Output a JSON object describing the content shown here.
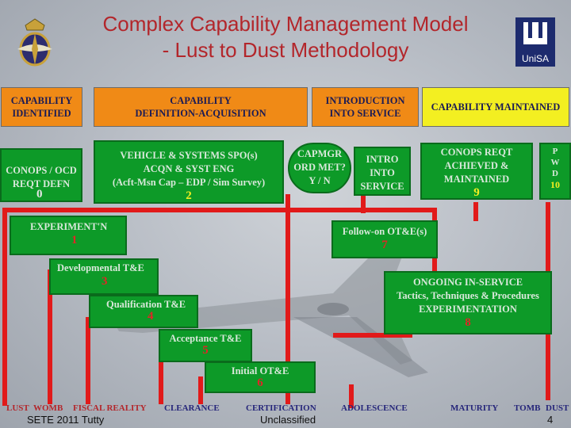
{
  "title_line1": "Complex Capability Management Model",
  "title_line2": "- Lust to Dust Methodology",
  "logo_text": "UniSA",
  "headers": {
    "h1": "CAPABILITY IDENTIFIED",
    "h2_line1": "CAPABILITY",
    "h2_line2": "DEFINITION-ACQUISITION",
    "h3_line1": "INTRODUCTION",
    "h3_line2": "INTO SERVICE",
    "h4": "CAPABILITY MAINTAINED"
  },
  "boxes": {
    "conops": {
      "line1": "CONOPS / OCD",
      "line2": "REQT DEFN",
      "num": "0"
    },
    "vehicle": {
      "line1": "VEHICLE & SYSTEMS SPO(s)",
      "line2": "ACQN & SYST ENG",
      "line3": "(Acft-Msn Cap – EDP / Sim Survey)",
      "num": "2"
    },
    "capmgr": {
      "line1": "CAPMGR",
      "line2": "ORD MET?",
      "line3": "Y / N"
    },
    "intro": {
      "line1": "INTRO",
      "line2": "INTO",
      "line3": "SERVICE"
    },
    "conops_reqt": {
      "line1": "CONOPS  REQT",
      "line2": "ACHIEVED &",
      "line3": "MAINTAINED",
      "num": "9"
    },
    "pwd": {
      "line1": "P",
      "line2": "W",
      "line3": "D",
      "num": "10"
    },
    "experiment": {
      "label": "EXPERIMENT'N",
      "num": "1"
    },
    "followon": {
      "label": "Follow-on OT&E(s)",
      "num": "7"
    },
    "devte": {
      "label": "Developmental T&E",
      "num": "3"
    },
    "ongoing": {
      "line1": "ONGOING  IN-SERVICE",
      "line2": "Tactics, Techniques & Procedures",
      "line3": "EXPERIMENTATION",
      "num": "8"
    },
    "qualte": {
      "label": "Qualification T&E",
      "num": "4"
    },
    "accte": {
      "label": "Acceptance T&E",
      "num": "5"
    },
    "initote": {
      "label": "Initial OT&E",
      "num": "6"
    }
  },
  "stages": [
    "LUST",
    "WOMB",
    "FISCAL REALITY",
    "CLEARANCE",
    "CERTIFICATION",
    "ADOLESCENCE",
    "MATURITY",
    "TOMB",
    "DUST"
  ],
  "footer": {
    "left": "SETE 2011 Tutty",
    "center": "Unclassified",
    "page": "4"
  },
  "colors": {
    "title": "#b3262b",
    "header_orange": "#f08a16",
    "header_yellow": "#f3ef21",
    "box_green": "#0d9a28",
    "number_yellow": "#f3ef21",
    "arrow_red": "#e11a1a"
  }
}
